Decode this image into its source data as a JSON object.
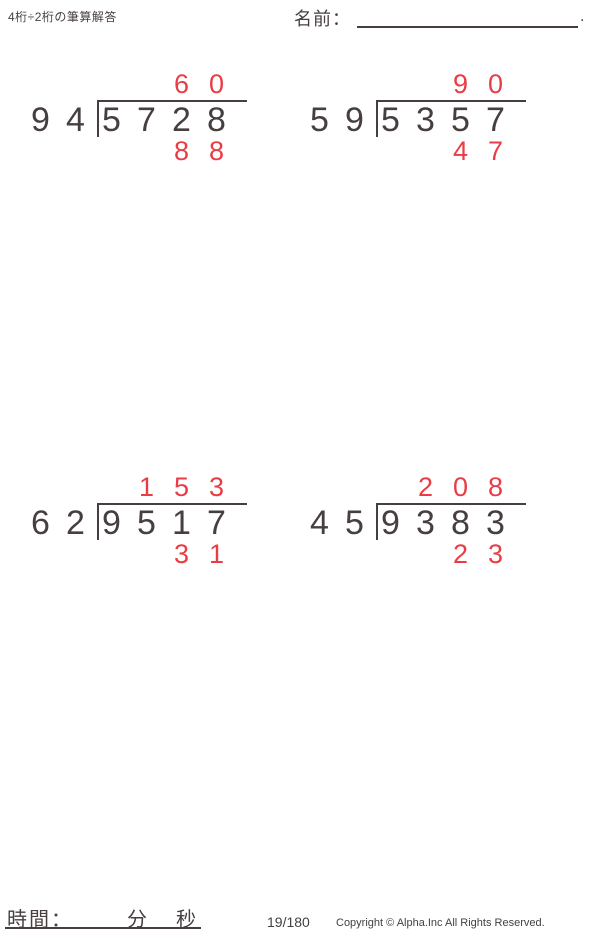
{
  "header": {
    "title": "4桁÷2桁の筆算解答",
    "name_label": "名前：",
    "name_line_suffix": "."
  },
  "colors": {
    "ink": "#473f3f",
    "answer_red": "#e93c44",
    "paper": "#ffffff"
  },
  "problems": [
    {
      "divisor": "94",
      "dividend": "5728",
      "quotient": "60",
      "remainder": "88"
    },
    {
      "divisor": "59",
      "dividend": "5357",
      "quotient": "90",
      "remainder": "47"
    },
    {
      "divisor": "62",
      "dividend": "9517",
      "quotient": "153",
      "remainder": "31"
    },
    {
      "divisor": "45",
      "dividend": "9383",
      "quotient": "208",
      "remainder": "23"
    }
  ],
  "footer": {
    "time_label": "時間：",
    "minutes_label": "分",
    "seconds_label": "秒",
    "page_number": "19/180",
    "copyright": "Copyright © Alpha.Inc All Rights Reserved."
  }
}
